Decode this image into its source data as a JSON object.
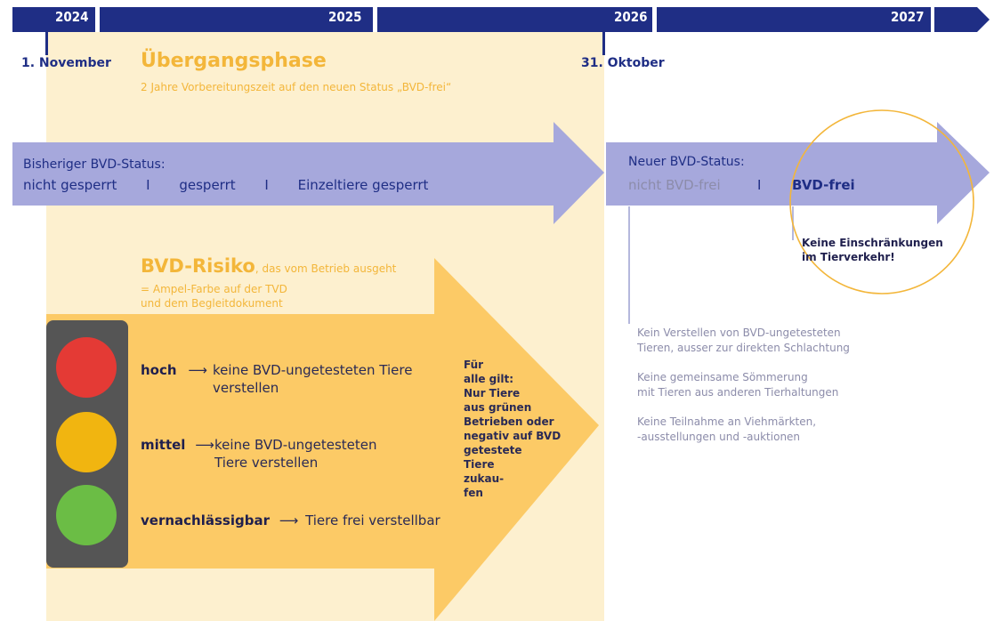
{
  "colors": {
    "navy": "#1f2e85",
    "orange": "#f3b63a",
    "cream": "#fdf0cf",
    "lavender": "#a6a8dc",
    "arrow_orange": "#fcca66",
    "red": "#e43a35",
    "yellow": "#f1b510",
    "green": "#6bbd45"
  },
  "timeline": {
    "years": [
      "2024",
      "2025",
      "2026",
      "2027"
    ],
    "start_date": "1. November",
    "end_date": "31. Oktober"
  },
  "phase": {
    "title": "Übergangsphase",
    "subtitle": "2 Jahre Vorbereitungszeit auf den neuen Status „BVD-frei“"
  },
  "old_status": {
    "label": "Bisheriger BVD-Status:",
    "items": [
      "nicht gesperrt",
      "gesperrt",
      "Einzeltiere gesperrt"
    ],
    "separator": "I"
  },
  "new_status": {
    "label": "Neuer BVD-Status:",
    "items": [
      "nicht BVD-frei",
      "BVD-frei"
    ],
    "separator": "I",
    "callout": [
      "Keine Einschränkungen",
      "im Tierverkehr!"
    ]
  },
  "risk": {
    "title": "BVD-Risiko",
    "title_suffix": ", das vom Betrieb ausgeht",
    "subtitle_lines": [
      "= Ampel-Farbe auf der TVD",
      "und dem Begleitdokument"
    ],
    "levels": [
      {
        "level": "hoch",
        "arrow": "⟶",
        "lines": [
          "keine BVD-ungetesteten Tiere",
          "verstellen"
        ]
      },
      {
        "level": "mittel",
        "arrow": "⟶",
        "lines": [
          "keine BVD-ungetesteten",
          "Tiere verstellen"
        ]
      },
      {
        "level": "vernachlässigbar",
        "arrow": "⟶",
        "lines": [
          "Tiere frei verstellbar"
        ]
      }
    ],
    "all_rule_lines": [
      "Für",
      "alle gilt:",
      "Nur Tiere",
      "aus grünen",
      "Betrieben oder",
      "negativ auf BVD",
      "getestete",
      "Tiere",
      "zukau-",
      "fen"
    ]
  },
  "restrictions": [
    [
      "Kein Verstellen von BVD-ungetesteten",
      "Tieren, ausser zur direkten Schlachtung"
    ],
    [
      "Keine gemeinsame Sömmerung",
      "mit Tieren aus anderen Tierhaltungen"
    ],
    [
      "Keine Teilnahme an Viehmärkten,",
      "-ausstellungen und -auktionen"
    ]
  ]
}
